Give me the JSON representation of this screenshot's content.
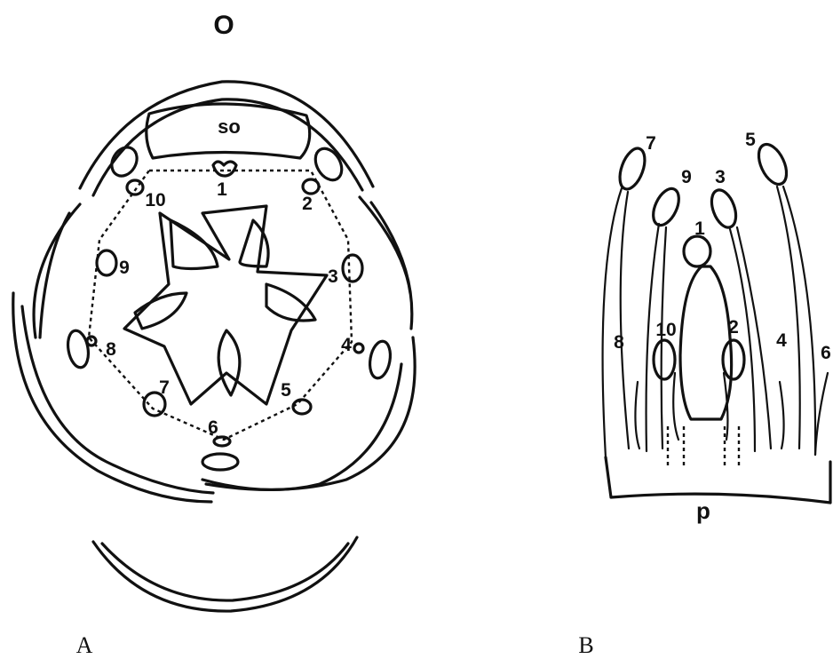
{
  "diagram_a": {
    "axis_label": "O",
    "scale_label": "so",
    "stamen_numbers": [
      "1",
      "2",
      "3",
      "4",
      "5",
      "6",
      "7",
      "8",
      "9",
      "10"
    ],
    "panel_label": "A"
  },
  "diagram_b": {
    "stamen_numbers": [
      "7",
      "5",
      "9",
      "3",
      "1",
      "8",
      "10",
      "2",
      "4",
      "6"
    ],
    "base_label": "p",
    "panel_label": "B"
  }
}
